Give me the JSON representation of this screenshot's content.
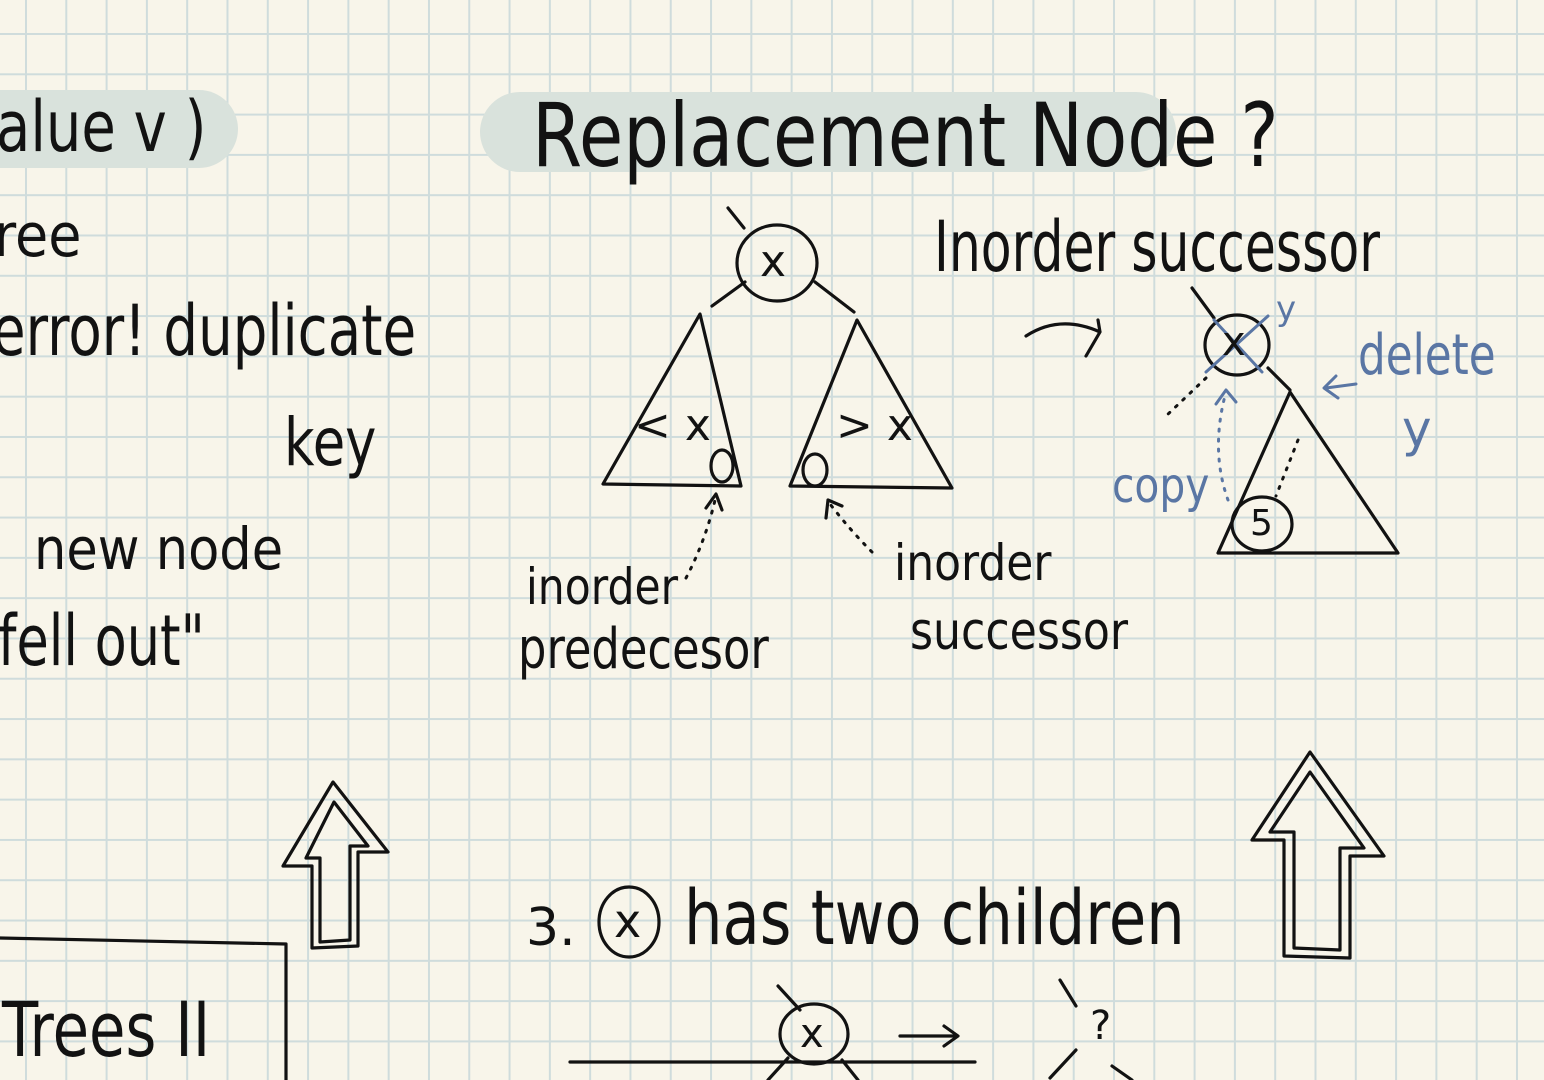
{
  "left_notes": {
    "heading_fragment": "alue v )",
    "tree_fragment": "ree",
    "error_text": "error! duplicate",
    "key_text": "key",
    "new_node_text": "new node",
    "fell_out_text": "fell out\"",
    "trees_title": "Trees II"
  },
  "replacement": {
    "title": "Replacement Node ?",
    "root_label": "x",
    "left_subtree_label": "< x",
    "right_subtree_label": "> x",
    "predecessor_label_1": "inorder",
    "predecessor_label_2": "predecesor",
    "successor_label_1": "inorder",
    "successor_label_2": "successor"
  },
  "successor_example": {
    "heading": "Inorder successor",
    "crossed_node_label": "x",
    "y_mark": "y",
    "delete_label": "delete",
    "delete_y": "y",
    "copy_label": "copy",
    "successor_node_label": "5"
  },
  "case3": {
    "number": "3.",
    "node_label": "x",
    "text": "has two children",
    "node_label_bottom": "x",
    "question": "?"
  },
  "colors": {
    "ink": "#121212",
    "blue_ink": "#5a76a4",
    "highlight": "#d9e2dc",
    "paper": "#f8f5ea",
    "grid": "#cfdcdc"
  }
}
